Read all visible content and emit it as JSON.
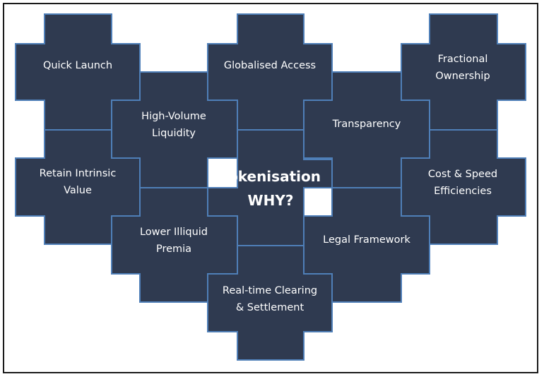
{
  "diagram": {
    "center": {
      "line1": "Tokenisation",
      "line2": "WHY?"
    },
    "tiles": [
      {
        "id": "quick-launch",
        "lines": [
          "Quick Launch"
        ]
      },
      {
        "id": "globalised-access",
        "lines": [
          "Globalised Access"
        ]
      },
      {
        "id": "fractional-ownership",
        "lines": [
          "Fractional",
          "Ownership"
        ]
      },
      {
        "id": "high-volume-liquidity",
        "lines": [
          "High-Volume",
          "Liquidity"
        ]
      },
      {
        "id": "transparency",
        "lines": [
          "Transparency"
        ]
      },
      {
        "id": "retain-intrinsic-value",
        "lines": [
          "Retain Intrinsic",
          "Value"
        ]
      },
      {
        "id": "cost-speed-efficiencies",
        "lines": [
          "Cost & Speed",
          "Efficiencies"
        ]
      },
      {
        "id": "lower-illiquid-premia",
        "lines": [
          "Lower Illiquid",
          "Premia"
        ]
      },
      {
        "id": "legal-framework",
        "lines": [
          "Legal Framework"
        ]
      },
      {
        "id": "real-time-clearing",
        "lines": [
          "Real-time Clearing",
          "& Settlement"
        ]
      }
    ],
    "colors": {
      "tile_fill": "#2f3a50",
      "tile_stroke": "#4f7fb8",
      "text": "#ffffff"
    }
  }
}
